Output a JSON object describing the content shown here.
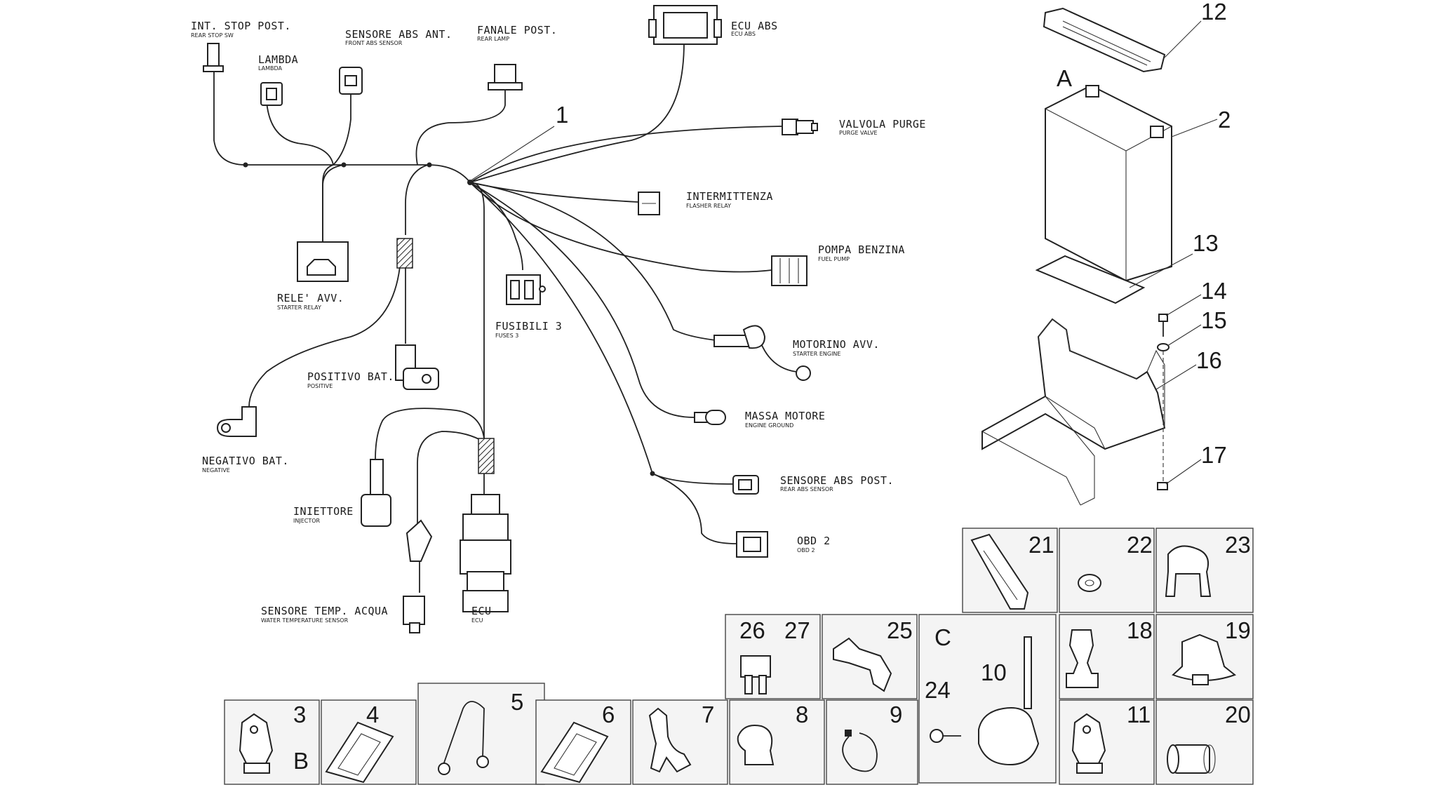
{
  "harness_labels": {
    "rear_stop_sw": {
      "main": "INT. STOP POST.",
      "sub": "REAR STOP SW"
    },
    "lambda": {
      "main": "LAMBDA",
      "sub": "LAMBDA"
    },
    "front_abs": {
      "main": "SENSORE ABS ANT.",
      "sub": "FRONT ABS SENSOR"
    },
    "rear_lamp": {
      "main": "FANALE POST.",
      "sub": "REAR LAMP"
    },
    "ecu_abs": {
      "main": "ECU ABS",
      "sub": "ECU ABS"
    },
    "purge_valve": {
      "main": "VALVOLA PURGE",
      "sub": "PURGE VALVE"
    },
    "flasher": {
      "main": "INTERMITTENZA",
      "sub": "FLASHER RELAY"
    },
    "fuel_pump": {
      "main": "POMPA BENZINA",
      "sub": "FUEL PUMP"
    },
    "starter_engine": {
      "main": "MOTORINO AVV.",
      "sub": "STARTER ENGINE"
    },
    "engine_ground": {
      "main": "MASSA MOTORE",
      "sub": "ENGINE GROUND"
    },
    "rear_abs": {
      "main": "SENSORE ABS POST.",
      "sub": "REAR ABS SENSOR"
    },
    "obd": {
      "main": "OBD 2",
      "sub": "OBD 2"
    },
    "starter_relay": {
      "main": "RELE' AVV.",
      "sub": "STARTER RELAY"
    },
    "fuses": {
      "main": "FUSIBILI 3",
      "sub": "FUSES 3"
    },
    "positive": {
      "main": "POSITIVO BAT.",
      "sub": "POSITIVE"
    },
    "negative": {
      "main": "NEGATIVO BAT.",
      "sub": "NEGATIVE"
    },
    "injector": {
      "main": "INIETTORE",
      "sub": "INJECTOR"
    },
    "water_temp": {
      "main": "SENSORE TEMP. ACQUA",
      "sub": "WATER TEMPERATURE SENSOR"
    },
    "ecu": {
      "main": "ECU",
      "sub": "ECU"
    }
  },
  "callouts": {
    "n1": "1",
    "n2": "2",
    "n3": "3",
    "n4": "4",
    "n5": "5",
    "n6": "6",
    "n7": "7",
    "n8": "8",
    "n9": "9",
    "n10": "10",
    "n11": "11",
    "n12": "12",
    "n13": "13",
    "n14": "14",
    "n15": "15",
    "n16": "16",
    "n17": "17",
    "n18": "18",
    "n19": "19",
    "n20": "20",
    "n21": "21",
    "n22": "22",
    "n23": "23",
    "n24": "24",
    "n25": "25",
    "n26": "26",
    "n27": "27"
  },
  "letters": {
    "A": "A",
    "B": "B",
    "C": "C"
  }
}
